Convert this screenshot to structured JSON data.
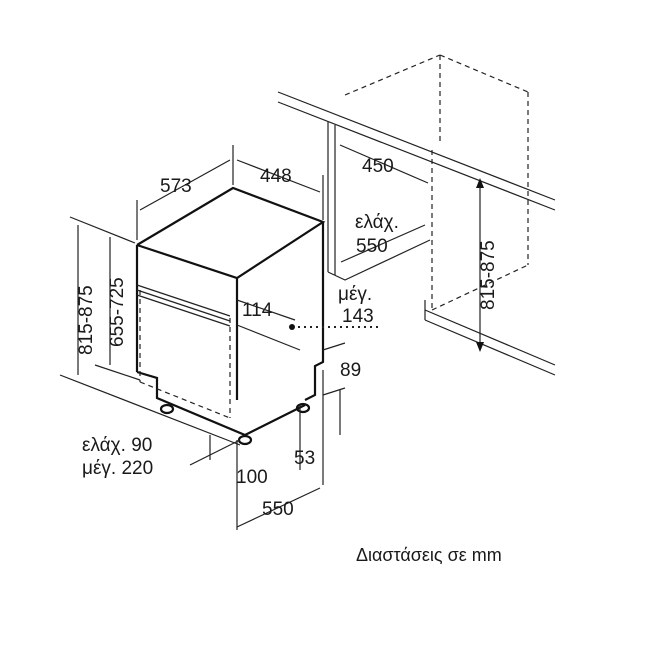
{
  "diagram": {
    "caption": "Διαστάσεις σε mm",
    "appliance_dimensions": {
      "depth": "573",
      "width": "448",
      "height_range": "815-875",
      "inner_height_range": "655-725",
      "panel_height": "114",
      "max_panel_label": "μέγ.",
      "max_panel_value": "143",
      "toe_gap": "89",
      "plinth_min": "ελάχ. 90",
      "plinth_max": "μέγ. 220",
      "foot_offset": "100",
      "plinth_recess": "53",
      "depth_total": "550"
    },
    "niche_dimensions": {
      "width": "450",
      "min_depth_label": "ελάχ.",
      "min_depth_value": "550",
      "height_range": "815-875"
    }
  }
}
